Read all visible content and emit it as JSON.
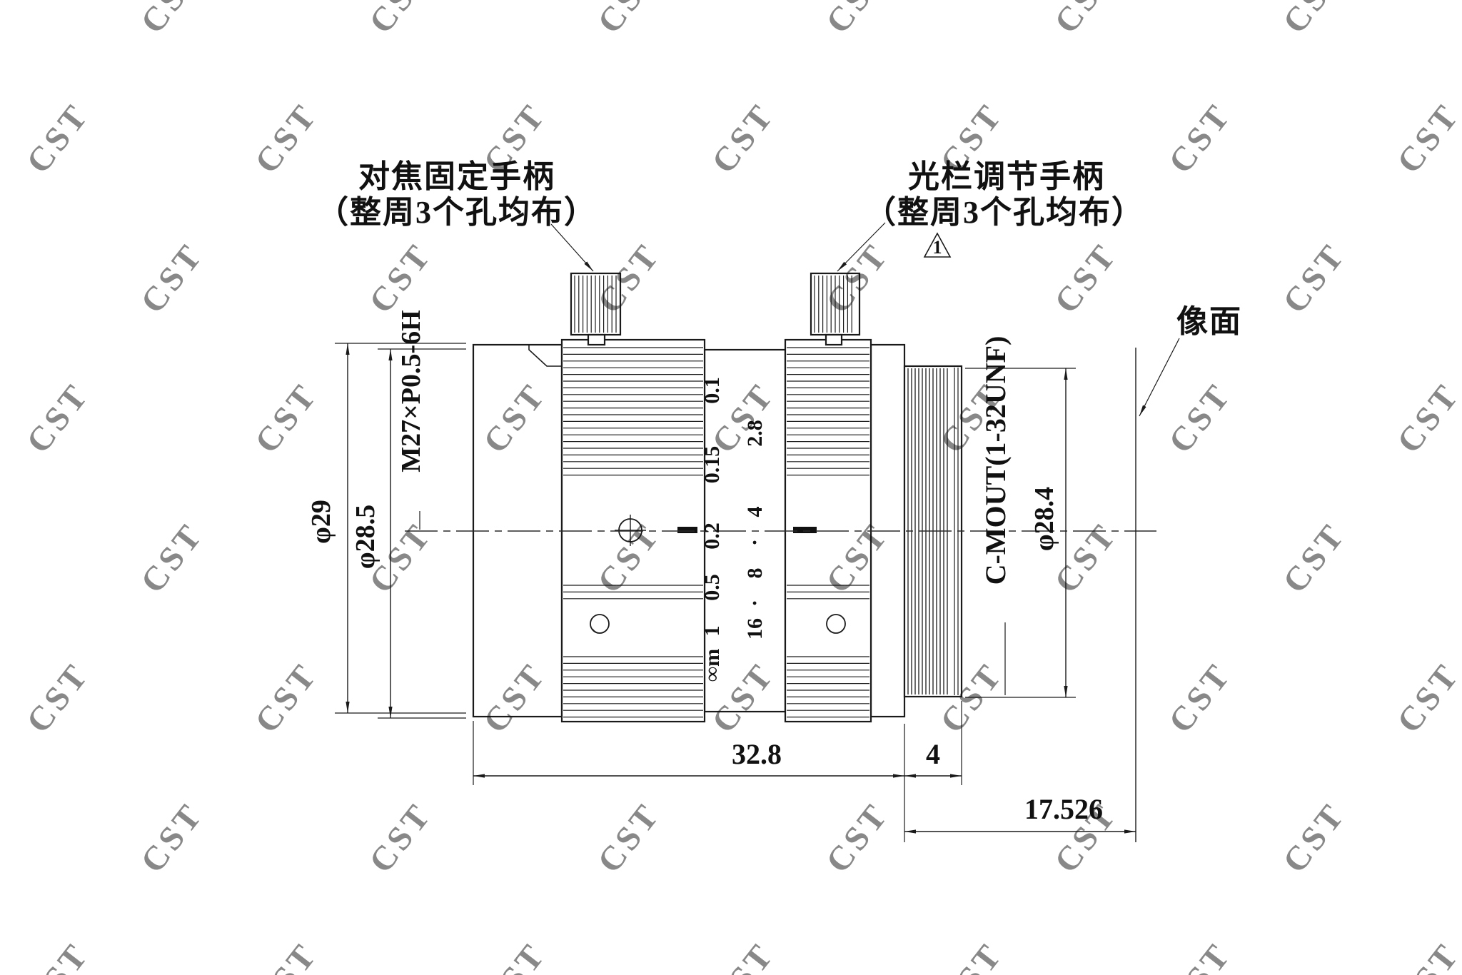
{
  "watermark": {
    "text": "CST",
    "color": "#c9c9c9"
  },
  "annotations": {
    "focus_handle": {
      "line1": "对焦固定手柄",
      "line2": "（整周3个孔均布）"
    },
    "aperture_handle": {
      "line1": "光栏调节手柄",
      "line2": "（整周3个孔均布）"
    },
    "image_plane": "像面",
    "revision_mark": "1"
  },
  "callouts": {
    "front_thread": "M27×P0.5-6H",
    "mount_thread": "C-MOUT(1-32UNF)"
  },
  "dims": {
    "outer_dia": "φ29",
    "front_dia": "φ28.5",
    "mount_dia": "φ28.4",
    "body_length": "32.8",
    "thread_length": "4",
    "flange_distance": "17.526"
  },
  "focus_scale": [
    "0.1",
    "0.15",
    "0.2",
    "0.5",
    "1",
    "∞m"
  ],
  "aperture_scale": [
    "2.8",
    "4",
    "·",
    "8",
    "·",
    "16"
  ]
}
